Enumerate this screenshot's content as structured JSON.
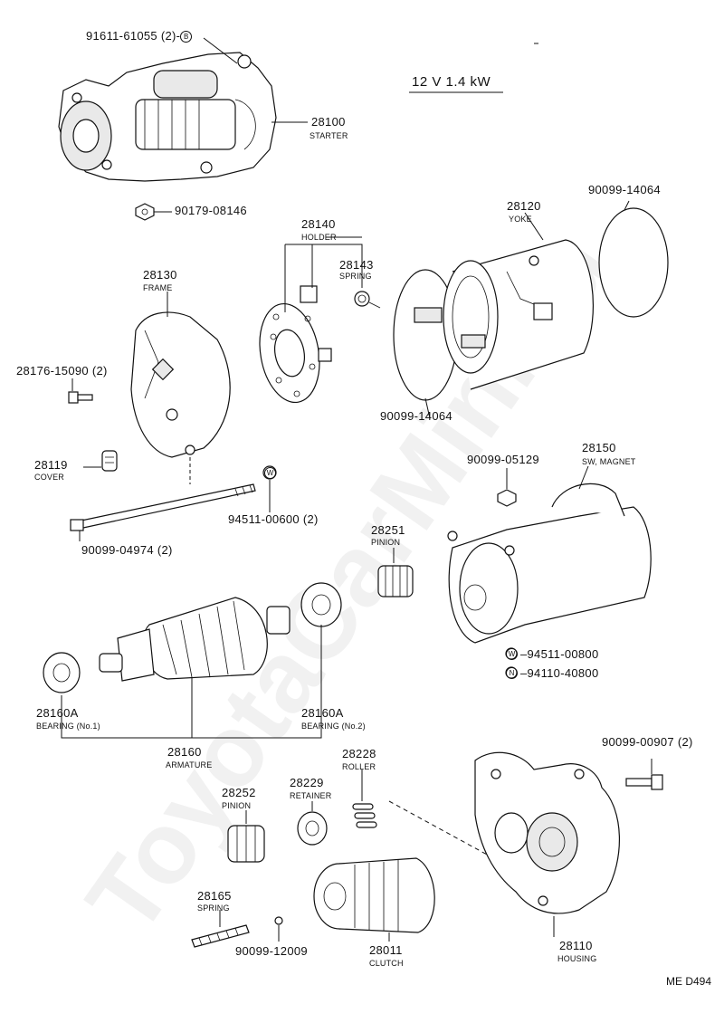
{
  "spec": "12 V  1.4 kW",
  "ref_code": "ME D494",
  "watermark": "ToyotaCarMini.ru",
  "parts": {
    "p91611": {
      "number": "91611-61055 (2)",
      "badge": "B"
    },
    "p28100": {
      "number": "28100",
      "name": "STARTER"
    },
    "p90179": {
      "number": "90179-08146"
    },
    "p28140": {
      "number": "28140",
      "name": "HOLDER"
    },
    "p28143": {
      "number": "28143",
      "name": "SPRING"
    },
    "p28120": {
      "number": "28120",
      "name": "YOKE"
    },
    "p90099_14064a": {
      "number": "90099-14064"
    },
    "p90099_14064b": {
      "number": "90099-14064"
    },
    "p28130": {
      "number": "28130",
      "name": "FRAME"
    },
    "p28176": {
      "number": "28176-15090 (2)"
    },
    "p28119": {
      "number": "28119",
      "name": "COVER"
    },
    "p94511_600": {
      "number": "94511-00600 (2)",
      "badge": "W"
    },
    "p90099_04974": {
      "number": "90099-04974 (2)"
    },
    "p90099_05129": {
      "number": "90099-05129"
    },
    "p28150": {
      "number": "28150",
      "name": "SW, MAGNET"
    },
    "p28251": {
      "number": "28251",
      "name": "PINION"
    },
    "p94511_800": {
      "number": "94511-00800",
      "badge": "W"
    },
    "p94110": {
      "number": "94110-40800",
      "badge": "N"
    },
    "p28160A1": {
      "number": "28160A",
      "name": "BEARING (No.1)"
    },
    "p28160A2": {
      "number": "28160A",
      "name": "BEARING (No.2)"
    },
    "p28160": {
      "number": "28160",
      "name": "ARMATURE"
    },
    "p90099_00907": {
      "number": "90099-00907 (2)"
    },
    "p28228": {
      "number": "28228",
      "name": "ROLLER"
    },
    "p28229": {
      "number": "28229",
      "name": "RETAINER"
    },
    "p28252": {
      "number": "28252",
      "name": "PINION"
    },
    "p28165": {
      "number": "28165",
      "name": "SPRING"
    },
    "p90099_12009": {
      "number": "90099-12009"
    },
    "p28011": {
      "number": "28011",
      "name": "CLUTCH"
    },
    "p28110": {
      "number": "28110",
      "name": "HOUSING"
    }
  }
}
